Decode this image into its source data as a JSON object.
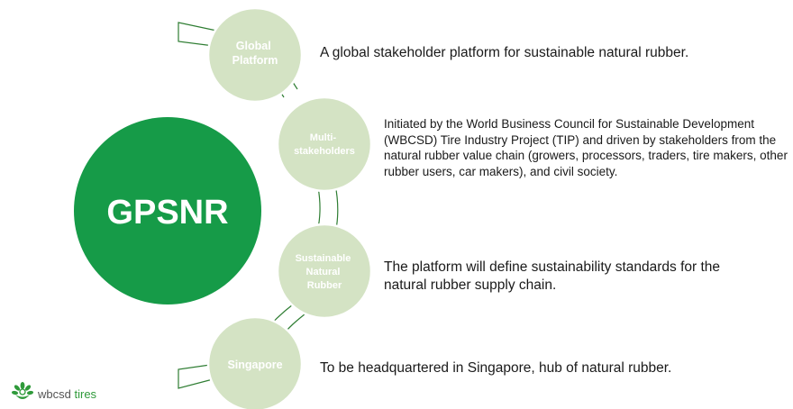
{
  "center": {
    "label": "GPSNR"
  },
  "nodes": [
    {
      "label_lines": [
        "Global",
        "Platform"
      ]
    },
    {
      "label_lines": [
        "Multi-",
        "stakeholders"
      ]
    },
    {
      "label_lines": [
        "Sustainable",
        "Natural",
        "Rubber"
      ]
    },
    {
      "label_lines": [
        "Singapore"
      ]
    }
  ],
  "descriptions": [
    "A global stakeholder platform for sustainable natural rubber.",
    "Initiated by the World Business Council for Sustainable Development (WBCSD) Tire Industry Project (TIP) and driven by stakeholders from the natural rubber value chain (growers, processors, traders, tire makers, other rubber users, car makers), and civil society.",
    "The platform will define sustainability standards for the natural rubber supply chain.",
    "To be headquartered in Singapore, hub of natural rubber."
  ],
  "logo": {
    "word1": "wbcsd",
    "word2": "tires",
    "icon": "wbcsd-leaf-logo-icon"
  },
  "colors": {
    "center": "#169b48",
    "node": "#d4e3c4",
    "connector": "#2e7d32",
    "logo_green": "#2f9a3a"
  }
}
